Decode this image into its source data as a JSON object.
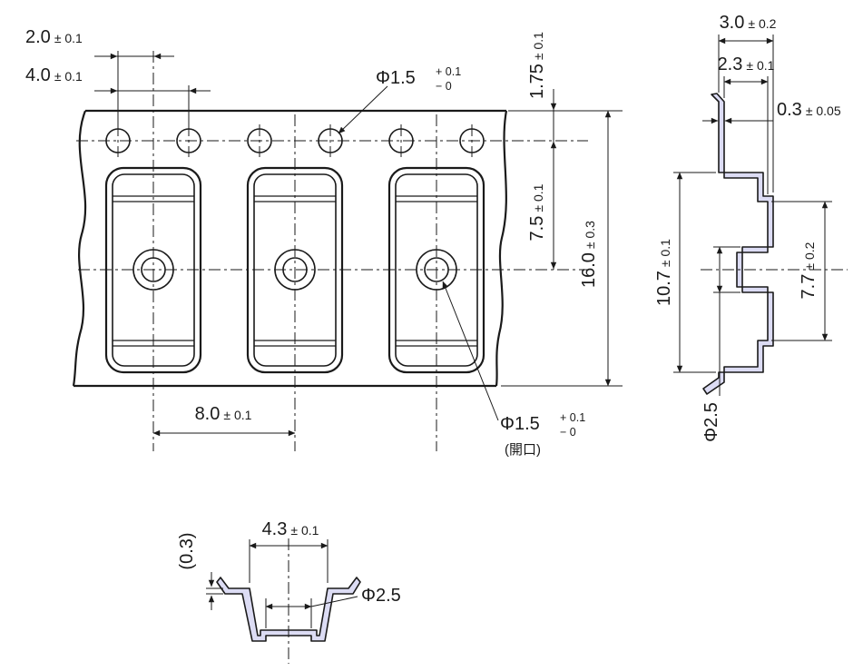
{
  "colors": {
    "line": "#1a1a1a",
    "dim": "#1a1a1a",
    "section_fill": "#dcdcf4",
    "background": "#ffffff"
  },
  "main_view": {
    "description": "carrier tape top view with sprocket holes and three pockets",
    "dims": {
      "hole_to_pocket_pitch": {
        "value": "2.0",
        "tol": "± 0.1"
      },
      "sprocket_pitch": {
        "value": "4.0",
        "tol": "± 0.1"
      },
      "sprocket_hole": {
        "value": "Φ1.5",
        "tol_plus": "+ 0.1",
        "tol_minus": "− 0"
      },
      "edge_to_sprocket": {
        "value": "1.75",
        "tol": "± 0.1"
      },
      "sprocket_to_pocket": {
        "value": "7.5",
        "tol": "± 0.1"
      },
      "tape_width": {
        "value": "16.0",
        "tol": "± 0.3"
      },
      "pocket_pitch": {
        "value": "8.0",
        "tol": "± 0.1"
      },
      "pocket_hole": {
        "value": "Φ1.5",
        "tol_plus": "+ 0.1",
        "tol_minus": "− 0",
        "note": "(開口)"
      }
    }
  },
  "side_view": {
    "description": "tape cross-section along width",
    "dims": {
      "emboss_depth": {
        "value": "3.0",
        "tol": "± 0.2"
      },
      "inner_depth": {
        "value": "2.3",
        "tol": "± 0.1"
      },
      "material_thickness": {
        "value": "0.3",
        "tol": "± 0.05"
      },
      "pocket_length_outer": {
        "value": "10.7",
        "tol": "± 0.1"
      },
      "pocket_length_inner": {
        "value": "7.7",
        "tol": "± 0.2"
      },
      "center_emboss": {
        "value": "Φ2.5"
      }
    }
  },
  "bottom_view": {
    "description": "pocket cross-section across tape",
    "dims": {
      "flange_thickness": {
        "value": "(0.3)"
      },
      "pocket_width": {
        "value": "4.3",
        "tol": "± 0.1"
      },
      "center_emboss": {
        "value": "Φ2.5"
      }
    }
  }
}
